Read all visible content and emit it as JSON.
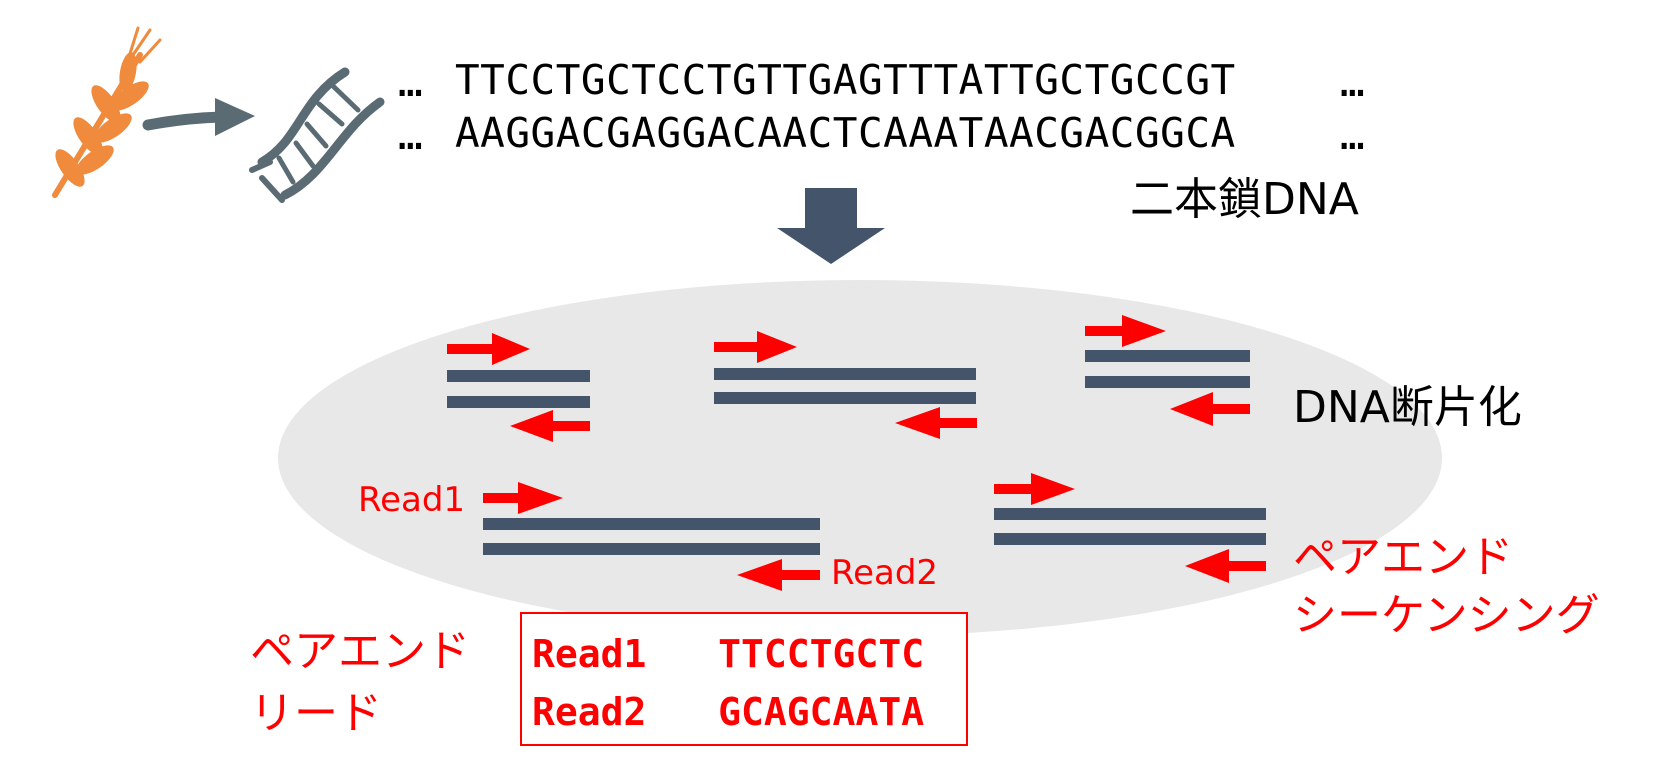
{
  "sequence": {
    "leading_ellipsis": "…",
    "trailing_ellipsis": "…",
    "strand_top": "TTCCTGCTCCTGTTGAGTTTATTGCTGCCGT",
    "strand_bottom": "AAGGACGAGGACAACTCAAATAACGACGGCA"
  },
  "labels": {
    "double_strand": "二本鎖DNA",
    "fragmentation": "DNA断片化",
    "sequencing_line1": "ペアエンド",
    "sequencing_line2": "シーケンシング",
    "read1": "Read1",
    "read2": "Read2",
    "paired_reads_line1": "ペアエンド",
    "paired_reads_line2": "リード"
  },
  "paired_reads": [
    {
      "name": "Read1",
      "seq": "TTCCTGCTC"
    },
    {
      "name": "Read2",
      "seq": "GCAGCAATA"
    }
  ],
  "colors": {
    "wheat": "#F08A3C",
    "dna": "#5A6B74",
    "arrow_dark": "#44546A",
    "ellipse": "#E8E8E8",
    "red": "#FF0000"
  },
  "icons": [
    "wheat-icon",
    "dna-helix-icon"
  ]
}
